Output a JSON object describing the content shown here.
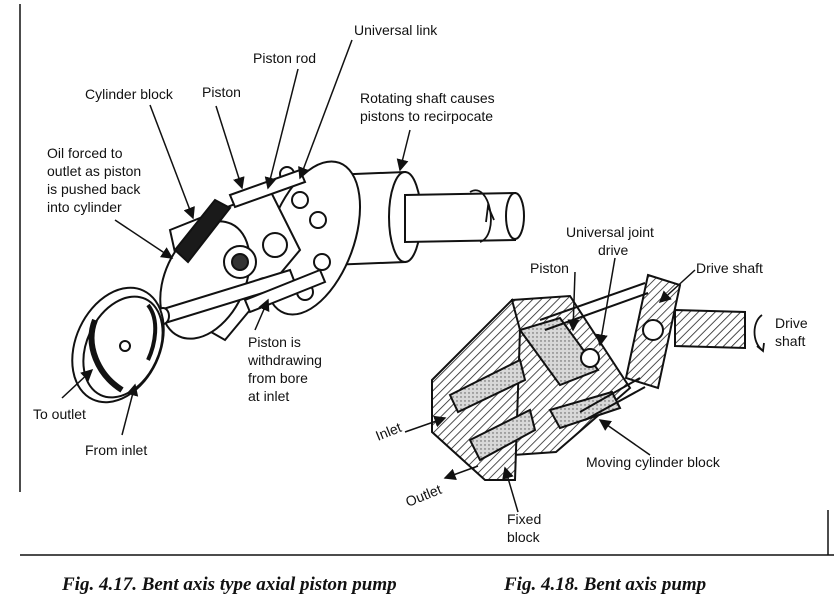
{
  "figure_left": {
    "labels": {
      "universal_link": "Universal link",
      "piston_rod": "Piston rod",
      "cylinder_block": "Cylinder block",
      "piston": "Piston",
      "rotating_shaft_1": "Rotating shaft causes",
      "rotating_shaft_2": "pistons to recirpocate",
      "oil_forced_1": "Oil forced to",
      "oil_forced_2": "outlet as piston",
      "oil_forced_3": "is pushed back",
      "oil_forced_4": "into cylinder",
      "withdrawing_1": "Piston is",
      "withdrawing_2": "withdrawing",
      "withdrawing_3": "from bore",
      "withdrawing_4": "at inlet",
      "to_outlet": "To outlet",
      "from_inlet": "From inlet"
    },
    "caption": "Fig. 4.17. Bent axis type axial piston pump"
  },
  "figure_right": {
    "labels": {
      "universal_joint_1": "Universal joint",
      "universal_joint_2": "drive",
      "piston": "Piston",
      "drive_shaft": "Drive shaft",
      "drive_shaft_right_1": "Drive",
      "drive_shaft_right_2": "shaft",
      "inlet": "Inlet",
      "outlet": "Outlet",
      "moving_cylinder_block": "Moving cylinder block",
      "fixed_block_1": "Fixed",
      "fixed_block_2": "block"
    },
    "caption": "Fig. 4.18. Bent axis pump"
  }
}
